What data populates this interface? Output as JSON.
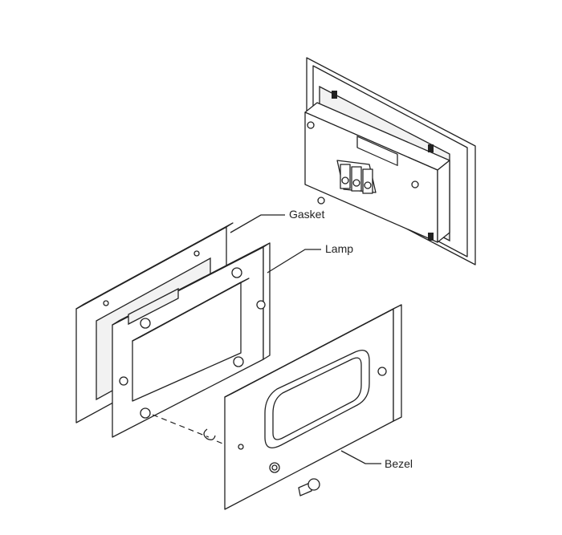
{
  "labels": {
    "gasket": "Gasket",
    "lamp": "Lamp",
    "bezel": "Bezel"
  }
}
